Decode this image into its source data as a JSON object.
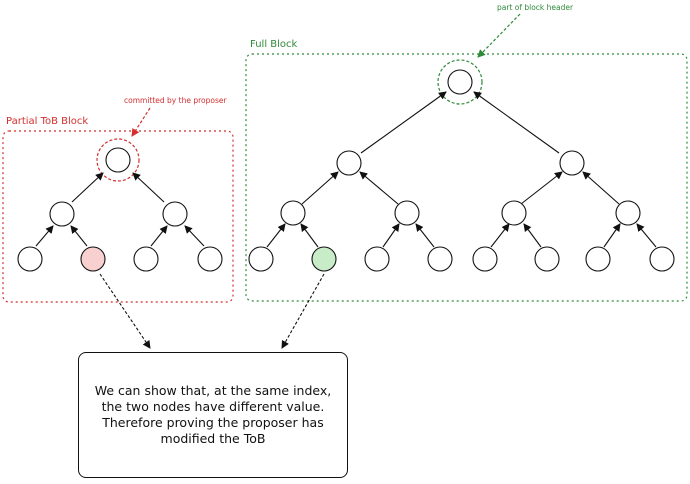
{
  "partial_block": {
    "label": "Partial ToB Block",
    "annotation": "committed by the proposer",
    "color": "#d32f2f",
    "highlight_fill": "#f8d0d0"
  },
  "full_block": {
    "label": "Full Block",
    "annotation": "part of block header",
    "color": "#2e8b3a",
    "highlight_fill": "#c8ecc8"
  },
  "note": {
    "lines": [
      "We can show that, at the same index,",
      "the two nodes have different value.",
      "Therefore proving the proposer has",
      "modified the ToB"
    ]
  }
}
